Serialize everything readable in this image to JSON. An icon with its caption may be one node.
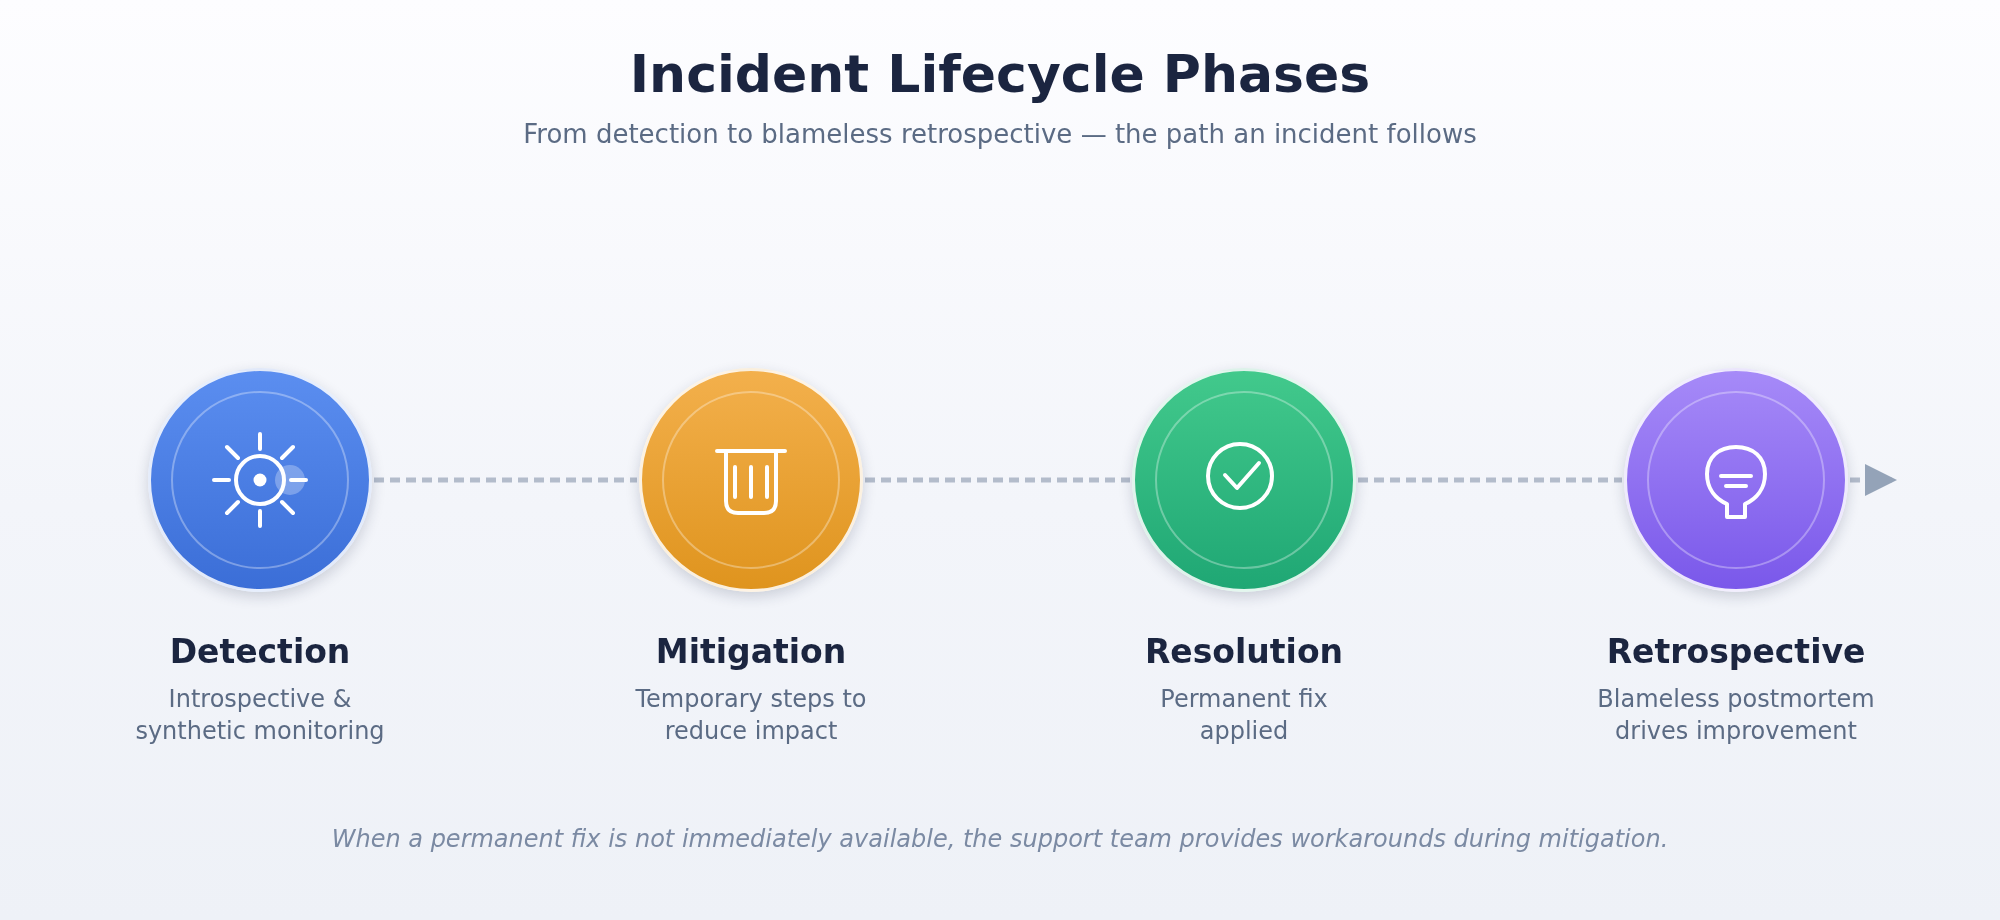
{
  "diagram": {
    "title": "Incident Lifecycle Phases",
    "nodes": [
      {
        "text": [
          "Detection",
          "Introspective & synthetic monitoring"
        ]
      },
      {
        "text": [
          "Mitigation",
          "Temporary steps to reduce impact"
        ]
      },
      {
        "text": [
          "Resolution",
          "Permanent fix applied"
        ]
      },
      {
        "text": [
          "Retrospective",
          "Blameless postmortem drives improvement"
        ]
      }
    ],
    "edges": [
      {
        "from": 0,
        "to": 1,
        "arrow": "none",
        "style": "dashed"
      },
      {
        "from": 1,
        "to": 2,
        "arrow": "none",
        "style": "dashed"
      },
      {
        "from": 2,
        "to": 3,
        "arrow": "none",
        "style": "dashed"
      },
      {
        "from": 3,
        "to": null,
        "arrow": "to",
        "style": "dashed"
      }
    ],
    "labels": [
      "From detection to blameless retrospective — the path an incident follows",
      "When a permanent fix is not immediately available, the support team provides workarounds during mitigation."
    ]
  }
}
